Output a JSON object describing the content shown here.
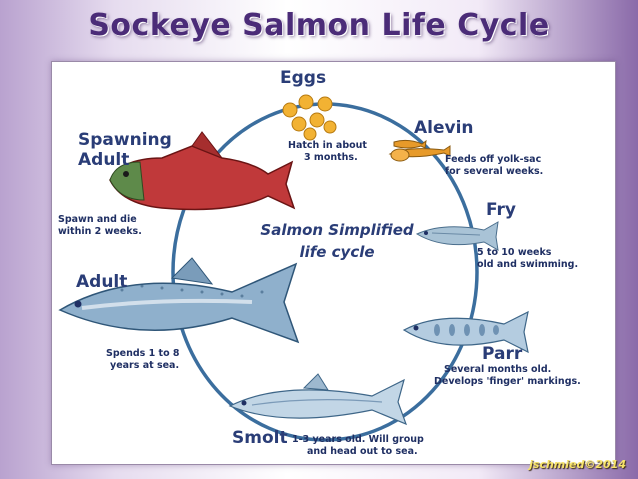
{
  "title": "Sockeye Salmon Life Cycle",
  "center_label": {
    "line1": "Salmon Simplified",
    "line2": "life cycle"
  },
  "stages": {
    "eggs": {
      "name": "Eggs",
      "desc1": "Hatch in about",
      "desc2": "3 months."
    },
    "alevin": {
      "name": "Alevin",
      "desc1": "Feeds off yolk-sac",
      "desc2": "for several weeks."
    },
    "fry": {
      "name": "Fry",
      "desc1": "5 to 10 weeks",
      "desc2": "old and swimming."
    },
    "parr": {
      "name": "Parr",
      "desc1": "Several months old.",
      "desc2": "Develops 'finger' markings."
    },
    "smolt": {
      "name": "Smolt",
      "desc1": "1-3 years old. Will group",
      "desc2": "and head out to sea."
    },
    "adult": {
      "name": "Adult",
      "desc1": "Spends 1 to 8",
      "desc2": "years at sea."
    },
    "spawning_adult": {
      "name1": "Spawning",
      "name2": "Adult",
      "desc1": "Spawn and die",
      "desc2": "within 2 weeks."
    }
  },
  "credit": "jschmied©2014",
  "colors": {
    "title": "#4b2c78",
    "cycle_ring": "#3b6e9e",
    "label_text": "#2a3d77",
    "spawning_fish": "#c0393a",
    "fish_blue": "#7fa3c4",
    "egg": "#f2b233"
  }
}
